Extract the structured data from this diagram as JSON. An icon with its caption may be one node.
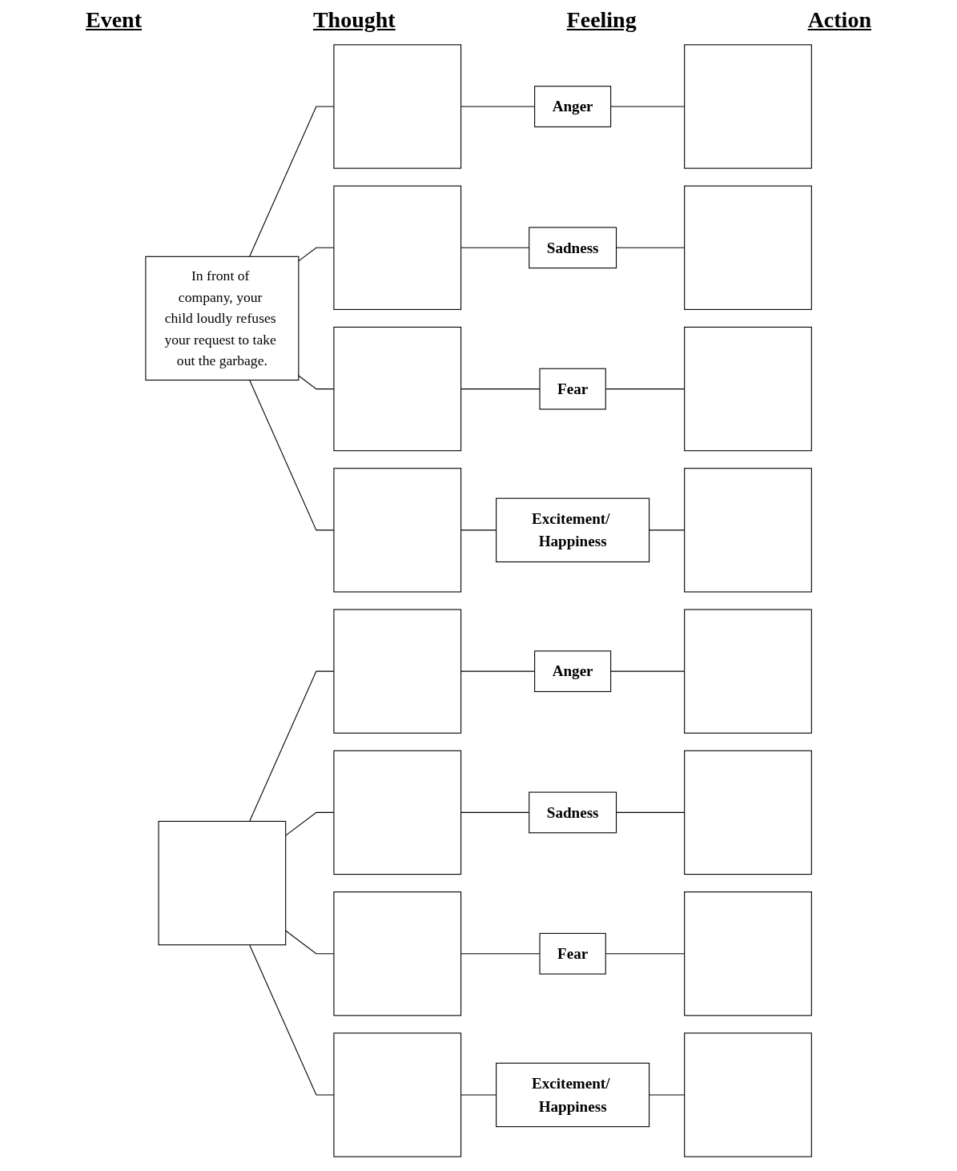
{
  "diagram": {
    "nodes": [
      {
        "text": [
          "In front of company, your child loudly refuses your request to take out the garbage."
        ]
      },
      {
        "text": [],
        "shape": "box"
      },
      {
        "text": [],
        "shape": "box"
      },
      {
        "text": [],
        "shape": "box"
      },
      {
        "text": [],
        "shape": "box"
      },
      {
        "text": [
          "Anger"
        ]
      },
      {
        "text": [
          "Sadness"
        ]
      },
      {
        "text": [
          "Fear"
        ]
      },
      {
        "text": [
          "Excitement/ Happiness"
        ]
      },
      {
        "text": [],
        "shape": "box"
      },
      {
        "text": [],
        "shape": "box"
      },
      {
        "text": [],
        "shape": "box"
      },
      {
        "text": [],
        "shape": "box"
      },
      {
        "text": [],
        "shape": "box"
      },
      {
        "text": [],
        "shape": "box"
      },
      {
        "text": [],
        "shape": "box"
      },
      {
        "text": [],
        "shape": "box"
      },
      {
        "text": [],
        "shape": "box"
      },
      {
        "text": [
          "Anger"
        ]
      },
      {
        "text": [
          "Sadness"
        ]
      },
      {
        "text": [
          "Fear"
        ]
      },
      {
        "text": [
          "Excitement/ Happiness"
        ]
      },
      {
        "text": [],
        "shape": "box"
      },
      {
        "text": [],
        "shape": "box"
      },
      {
        "text": [],
        "shape": "box"
      },
      {
        "text": [],
        "shape": "box"
      }
    ],
    "edges": [
      {
        "from": 0,
        "to": 1,
        "arrow": "none"
      },
      {
        "from": 0,
        "to": 2,
        "arrow": "none"
      },
      {
        "from": 0,
        "to": 3,
        "arrow": "none"
      },
      {
        "from": 0,
        "to": 4,
        "arrow": "none"
      },
      {
        "from": 1,
        "to": 5,
        "arrow": "none"
      },
      {
        "from": 2,
        "to": 6,
        "arrow": "none"
      },
      {
        "from": 3,
        "to": 7,
        "arrow": "none"
      },
      {
        "from": 4,
        "to": 8,
        "arrow": "none"
      },
      {
        "from": 5,
        "to": 9,
        "arrow": "none"
      },
      {
        "from": 6,
        "to": 10,
        "arrow": "none"
      },
      {
        "from": 7,
        "to": 11,
        "arrow": "none"
      },
      {
        "from": 8,
        "to": 12,
        "arrow": "none"
      },
      {
        "from": 13,
        "to": 14,
        "arrow": "none"
      },
      {
        "from": 13,
        "to": 15,
        "arrow": "none"
      },
      {
        "from": 13,
        "to": 16,
        "arrow": "none"
      },
      {
        "from": 13,
        "to": 17,
        "arrow": "none"
      },
      {
        "from": 14,
        "to": 18,
        "arrow": "none"
      },
      {
        "from": 15,
        "to": 19,
        "arrow": "none"
      },
      {
        "from": 16,
        "to": 20,
        "arrow": "none"
      },
      {
        "from": 17,
        "to": 21,
        "arrow": "none"
      },
      {
        "from": 18,
        "to": 22,
        "arrow": "none"
      },
      {
        "from": 19,
        "to": 23,
        "arrow": "none"
      },
      {
        "from": 20,
        "to": 24,
        "arrow": "none"
      },
      {
        "from": 21,
        "to": 25,
        "arrow": "none"
      }
    ],
    "labels": [
      "Event",
      "Thought",
      "Feeling",
      "Action"
    ]
  }
}
